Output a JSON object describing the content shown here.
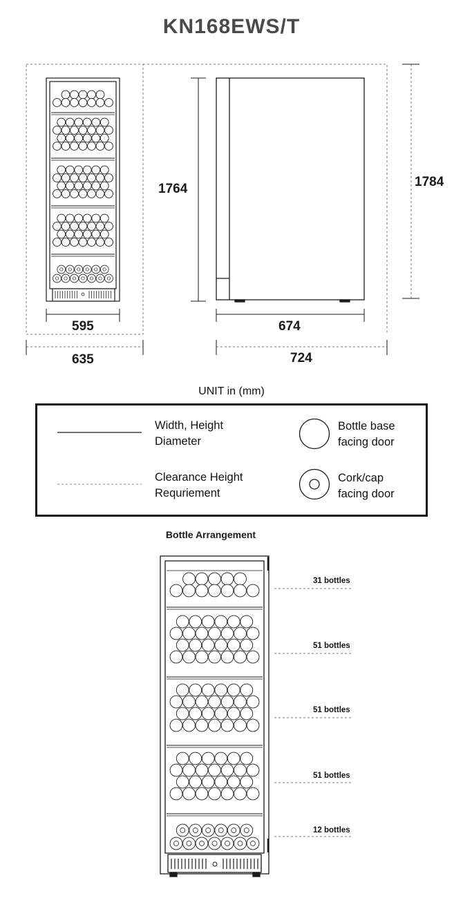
{
  "model": "KN168EWS/T",
  "front_view": {
    "width": "595",
    "clearance_width": "635"
  },
  "side_view": {
    "height": "1764",
    "clearance_height": "1784",
    "depth": "674",
    "clearance_depth": "724"
  },
  "unit_label": "UNIT in (mm)",
  "legend": {
    "solid_line": [
      "Width, Height",
      "Diameter"
    ],
    "dashed_line": [
      "Clearance Height",
      "Requriement"
    ],
    "bottle_base": [
      "Bottle base",
      "facing door"
    ],
    "cork_cap": [
      "Cork/cap",
      "facing door"
    ]
  },
  "arrangement": {
    "title": "Bottle Arrangement",
    "zones": [
      {
        "label": "31 bottles",
        "count": 31
      },
      {
        "label": "51 bottles",
        "count": 51
      },
      {
        "label": "51 bottles",
        "count": 51
      },
      {
        "label": "51 bottles",
        "count": 51
      },
      {
        "label": "12 bottles",
        "count": 12
      }
    ]
  },
  "colors": {
    "line": "#1a1a1a",
    "dash": "#666666",
    "title": "#4a4a4a"
  }
}
